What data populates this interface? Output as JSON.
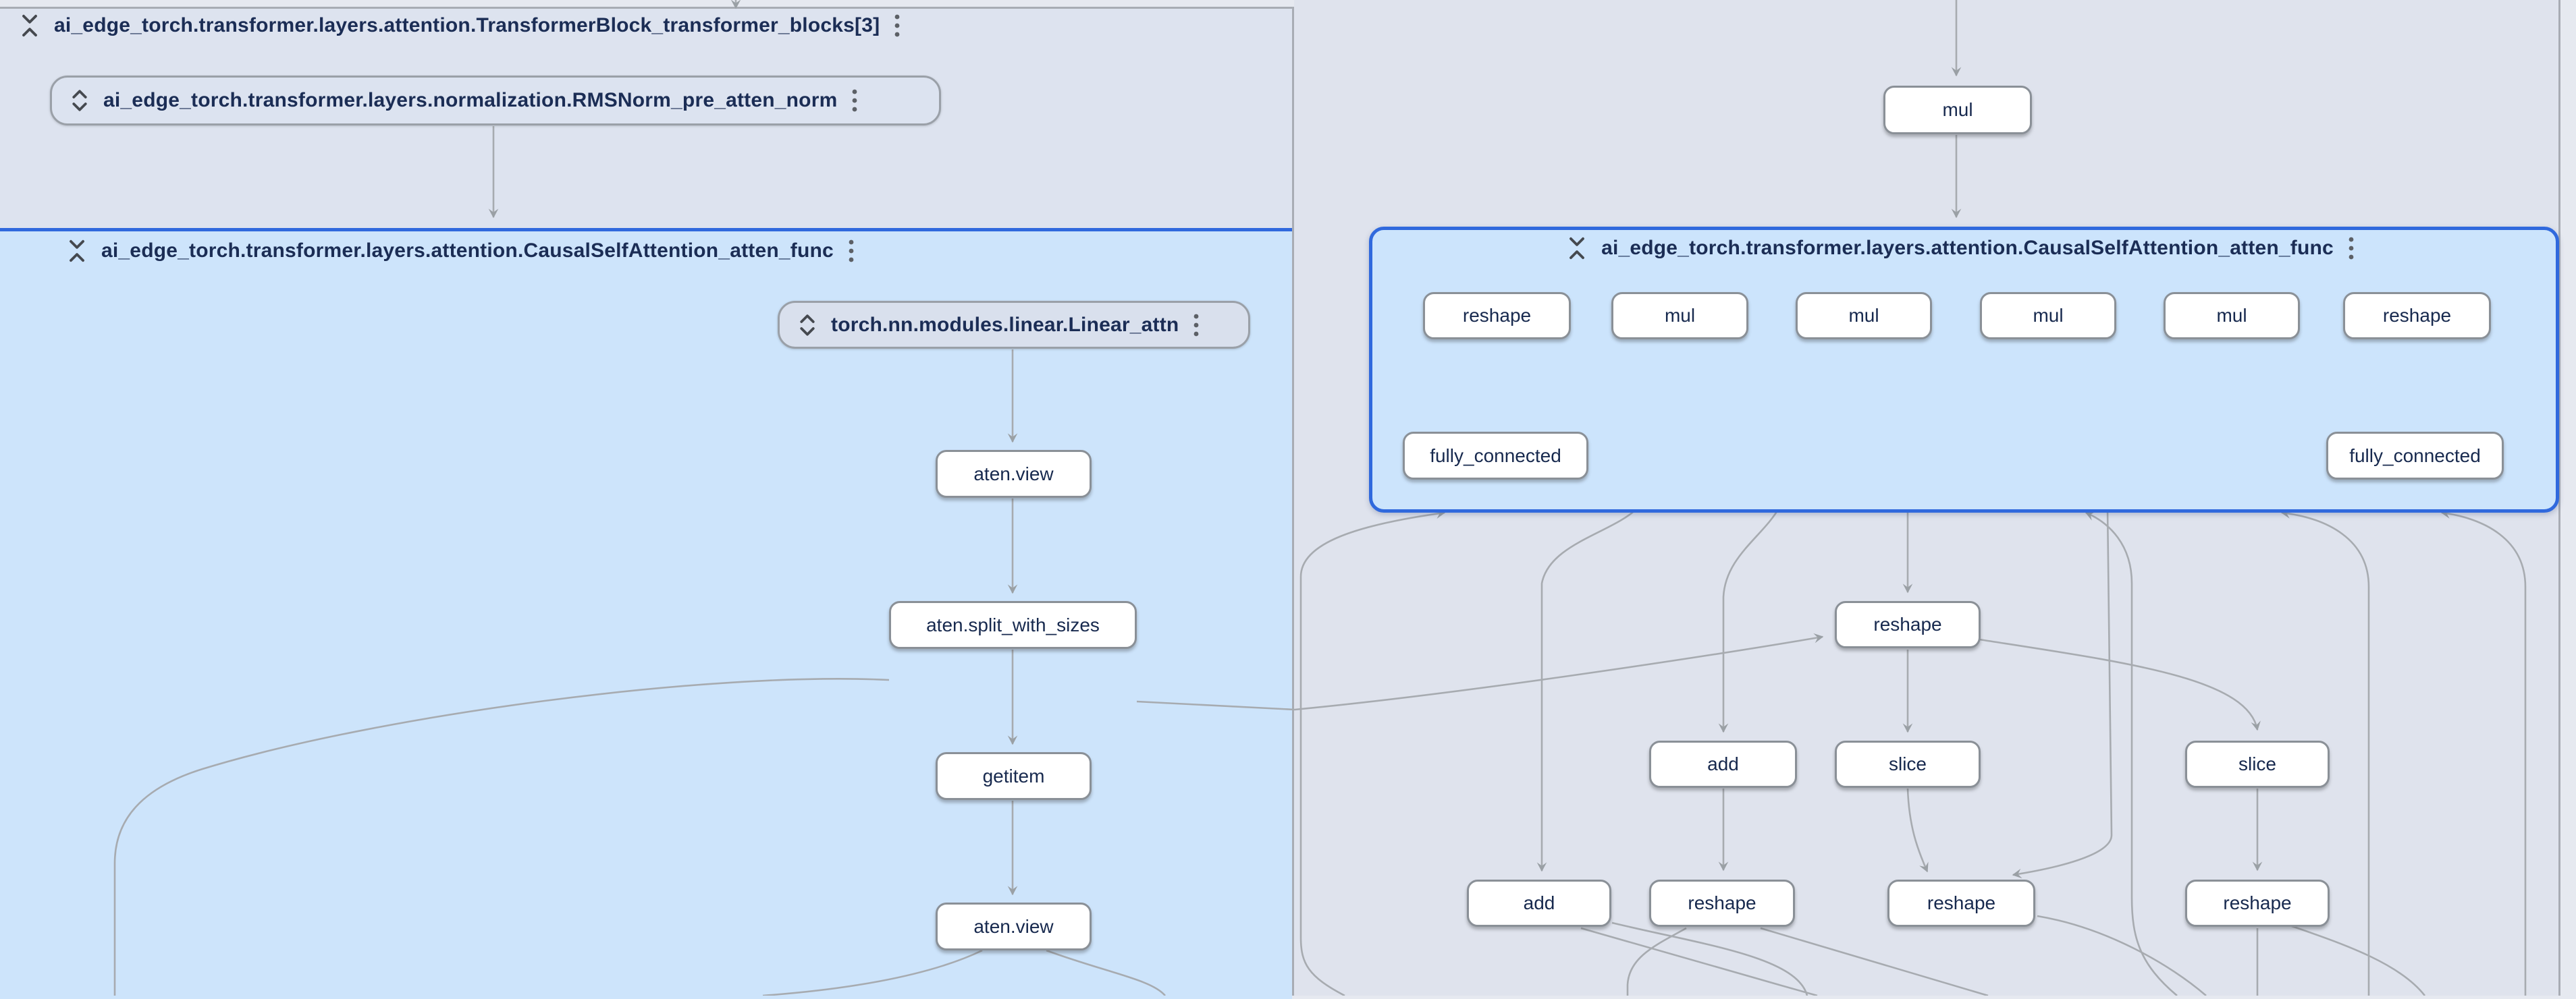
{
  "app": "model-explorer-graph-canvas",
  "groups": {
    "transformer_block": {
      "title": "ai_edge_torch.transformer.layers.attention.TransformerBlock_transformer_blocks[3]",
      "collapse_icon": "unfold-less-icon",
      "menu_icon": "kebab-menu-icon"
    },
    "attn_left": {
      "title": "ai_edge_torch.transformer.layers.attention.CausalSelfAttention_atten_func",
      "collapse_icon": "unfold-less-icon",
      "menu_icon": "kebab-menu-icon"
    },
    "attn_right": {
      "title": "ai_edge_torch.transformer.layers.attention.CausalSelfAttention_atten_func",
      "collapse_icon": "unfold-less-icon",
      "menu_icon": "kebab-menu-icon"
    },
    "rmsnorm_pill": {
      "title": "ai_edge_torch.transformer.layers.normalization.RMSNorm_pre_atten_norm",
      "expand_icon": "unfold-more-icon",
      "menu_icon": "kebab-menu-icon"
    },
    "linear_pill": {
      "title": "torch.nn.modules.linear.Linear_attn",
      "expand_icon": "unfold-more-icon",
      "menu_icon": "kebab-menu-icon"
    }
  },
  "nodes": {
    "left_col": [
      {
        "label": "aten.view"
      },
      {
        "label": "aten.split_with_sizes"
      },
      {
        "label": "getitem"
      },
      {
        "label": "aten.view"
      }
    ],
    "mul_top": {
      "label": "mul"
    },
    "d_row1": [
      {
        "label": "reshape"
      },
      {
        "label": "mul"
      },
      {
        "label": "mul"
      },
      {
        "label": "mul"
      },
      {
        "label": "mul"
      },
      {
        "label": "reshape"
      }
    ],
    "d_row2": [
      {
        "label": "fully_connected"
      },
      {
        "label": "fully_connected"
      }
    ],
    "c_nodes": [
      {
        "label": "reshape"
      },
      {
        "label": "add"
      },
      {
        "label": "slice"
      },
      {
        "label": "slice"
      },
      {
        "label": "add"
      },
      {
        "label": "reshape"
      },
      {
        "label": "reshape"
      },
      {
        "label": "reshape"
      }
    ]
  },
  "colors": {
    "canvas": "#e6e9f0",
    "region_a_fill": "#dde3ef",
    "region_b_fill": "#cde4fb",
    "region_c_fill": "#dfe3ed",
    "region_d_fill": "#cce4fc",
    "selected_border": "#3069dd",
    "group_border": "#9aa0a8",
    "node_border": "#8a9097",
    "node_fill": "#ffffff",
    "edge": "#a7abb0",
    "text": "#17294e"
  }
}
